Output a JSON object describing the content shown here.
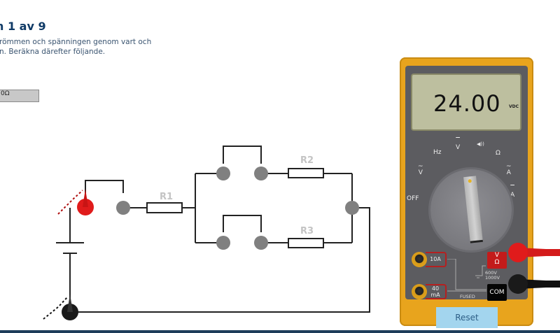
{
  "header": {
    "title": "n 1 av 9",
    "instruction_line1": "römmen och spänningen genom vart och",
    "instruction_line2": "n. Beräkna därefter följande."
  },
  "value_field": {
    "value": "0Ω"
  },
  "circuit": {
    "resistors": [
      {
        "label": "R1"
      },
      {
        "label": "R2"
      },
      {
        "label": "R3"
      }
    ],
    "probe_colors": {
      "red": "#e01b1b",
      "black": "#111111"
    }
  },
  "multimeter": {
    "display_value": "24.00",
    "display_unit": "VDC",
    "dial_labels": {
      "off": "OFF",
      "ac_volts": "V",
      "hz": "Hz",
      "dc_volts": "V",
      "continuity": "◀))",
      "ohms": "Ω",
      "ac_amps": "A",
      "dc_amps": "A"
    },
    "selected_mode": "VDC",
    "ports": {
      "ten_amp": "10A",
      "milliamp_top": "40",
      "milliamp_bottom": "mA",
      "volt_ohm_top": "V",
      "volt_ohm_bottom": "Ω",
      "com": "COM",
      "rating_1": "600V",
      "rating_2": "1000V",
      "fused": "FUSED"
    },
    "reset_label": "Reset",
    "colors": {
      "body": "#e8a41d",
      "face": "#5c5c60",
      "lcd": "#bdbf9f",
      "reset": "#a3d5ee"
    }
  }
}
